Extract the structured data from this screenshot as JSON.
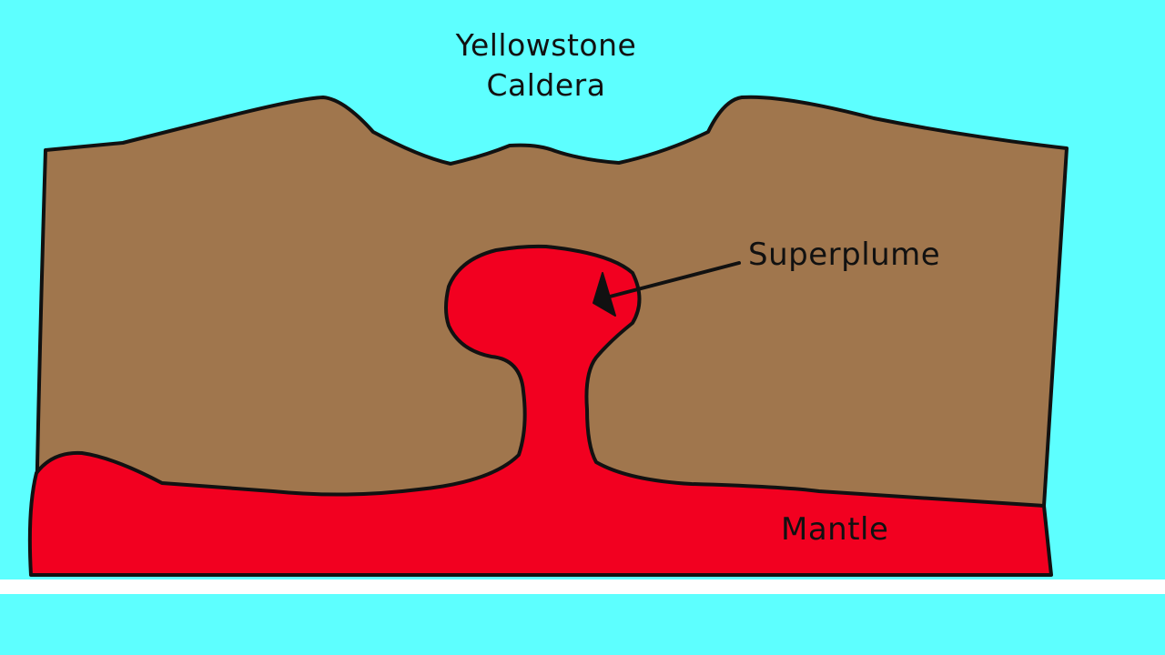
{
  "diagram": {
    "title_line1": "Yellowstone",
    "title_line2": "Caldera",
    "superplume_label": "Superplume",
    "mantle_label": "Mantle",
    "colors": {
      "sky": "#5dffff",
      "crust": "#a0764d",
      "magma": "#f20020",
      "outline": "#111111",
      "ground_band": "#ffffff"
    }
  }
}
